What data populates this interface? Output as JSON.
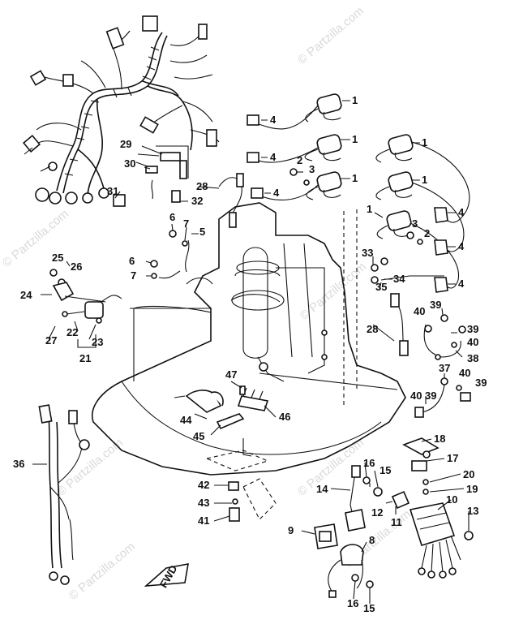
{
  "watermark": {
    "text": "© Partzilla.com"
  },
  "direction_tag": {
    "text": "FWD"
  },
  "callouts": [
    {
      "n": "1"
    },
    {
      "n": "1"
    },
    {
      "n": "1"
    },
    {
      "n": "1"
    },
    {
      "n": "1"
    },
    {
      "n": "1"
    },
    {
      "n": "4"
    },
    {
      "n": "4"
    },
    {
      "n": "4"
    },
    {
      "n": "4"
    },
    {
      "n": "4"
    },
    {
      "n": "4"
    },
    {
      "n": "2"
    },
    {
      "n": "3"
    },
    {
      "n": "2"
    },
    {
      "n": "3"
    },
    {
      "n": "29"
    },
    {
      "n": "30"
    },
    {
      "n": "28"
    },
    {
      "n": "31"
    },
    {
      "n": "32"
    },
    {
      "n": "6"
    },
    {
      "n": "7"
    },
    {
      "n": "5"
    },
    {
      "n": "6"
    },
    {
      "n": "7"
    },
    {
      "n": "25"
    },
    {
      "n": "26"
    },
    {
      "n": "24"
    },
    {
      "n": "22"
    },
    {
      "n": "27"
    },
    {
      "n": "23"
    },
    {
      "n": "21"
    },
    {
      "n": "33"
    },
    {
      "n": "34"
    },
    {
      "n": "35"
    },
    {
      "n": "28"
    },
    {
      "n": "39"
    },
    {
      "n": "40"
    },
    {
      "n": "39"
    },
    {
      "n": "40"
    },
    {
      "n": "38"
    },
    {
      "n": "37"
    },
    {
      "n": "40"
    },
    {
      "n": "39"
    },
    {
      "n": "40"
    },
    {
      "n": "39"
    },
    {
      "n": "47"
    },
    {
      "n": "44"
    },
    {
      "n": "46"
    },
    {
      "n": "45"
    },
    {
      "n": "36"
    },
    {
      "n": "18"
    },
    {
      "n": "17"
    },
    {
      "n": "20"
    },
    {
      "n": "19"
    },
    {
      "n": "16"
    },
    {
      "n": "15"
    },
    {
      "n": "14"
    },
    {
      "n": "12"
    },
    {
      "n": "11"
    },
    {
      "n": "10"
    },
    {
      "n": "13"
    },
    {
      "n": "42"
    },
    {
      "n": "43"
    },
    {
      "n": "41"
    },
    {
      "n": "9"
    },
    {
      "n": "8"
    },
    {
      "n": "16"
    },
    {
      "n": "15"
    }
  ]
}
